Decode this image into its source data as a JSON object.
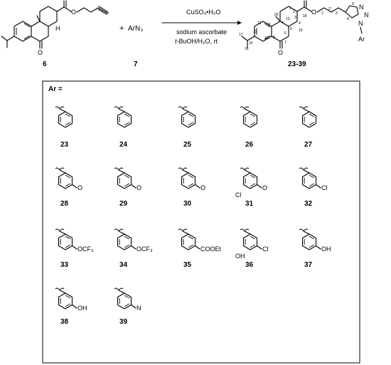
{
  "scheme": {
    "reactant_label": "6",
    "plus": "+",
    "reagent_formula": "ArN₃",
    "reagent_label": "7",
    "conditions": {
      "line1": "CuSO₄•H₂O",
      "line2": "sodium ascorbate",
      "line3_italic": "t",
      "line3_rest": "-BuOH/H₂O, rt"
    },
    "product_label": "23-39",
    "atom_labels": {
      "O": "O",
      "N": "N",
      "Ar": "Ar",
      "H": "H"
    },
    "numbering": [
      "1",
      "2",
      "3",
      "4",
      "5",
      "6",
      "7",
      "8",
      "9",
      "10",
      "11",
      "12",
      "13",
      "14",
      "15",
      "16",
      "17",
      "18",
      "19",
      "20",
      "1'",
      "2'",
      "3'",
      "4'",
      "5'"
    ]
  },
  "panel": {
    "heading": "Ar =",
    "compounds": [
      {
        "id": "23",
        "subst": ""
      },
      {
        "id": "24",
        "subst": ""
      },
      {
        "id": "25",
        "subst": ""
      },
      {
        "id": "26",
        "subst": ""
      },
      {
        "id": "27",
        "subst": ""
      },
      {
        "id": "28",
        "subst": "O"
      },
      {
        "id": "29",
        "subst": "O"
      },
      {
        "id": "30",
        "subst": "O"
      },
      {
        "id": "31",
        "subst": "O",
        "extra": "Cl"
      },
      {
        "id": "32",
        "subst": "Cl"
      },
      {
        "id": "33",
        "subst": "OCF₃"
      },
      {
        "id": "34",
        "subst": "OCF₃"
      },
      {
        "id": "35",
        "subst": "COOEt"
      },
      {
        "id": "36",
        "subst": "Cl",
        "extra": "OH"
      },
      {
        "id": "37",
        "subst": "OH"
      },
      {
        "id": "38",
        "subst": "OH"
      },
      {
        "id": "39",
        "subst": "N"
      }
    ]
  }
}
